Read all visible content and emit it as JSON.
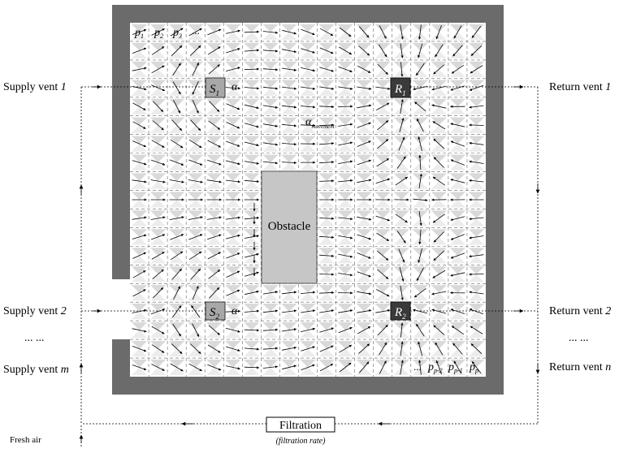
{
  "supply_vents": [
    {
      "prefix": "Supply vent ",
      "index": "1"
    },
    {
      "prefix": "Supply vent ",
      "index": "2"
    },
    {
      "prefix": "Supply vent ",
      "index": "m"
    }
  ],
  "return_vents": [
    {
      "prefix": "Return vent ",
      "index": "1"
    },
    {
      "prefix": "Return vent ",
      "index": "2"
    },
    {
      "prefix": "Return vent ",
      "index": "n"
    }
  ],
  "ellipsis": "... ...",
  "sources": [
    {
      "base": "S",
      "sub": "1"
    },
    {
      "base": "S",
      "sub": "2"
    }
  ],
  "returns": [
    {
      "base": "R",
      "sub": "1"
    },
    {
      "base": "R",
      "sub": "2"
    }
  ],
  "alpha": "α",
  "alpha_movement": {
    "base": "α",
    "sub": "movement"
  },
  "obstacle": "Obstacle",
  "partitions_top": [
    {
      "base": "p",
      "sub": "1"
    },
    {
      "base": "p",
      "sub": "2"
    },
    {
      "base": "p",
      "sub": "3"
    }
  ],
  "partitions_top_dots": "...",
  "partitions_bottom_dots": "...",
  "partitions_bottom": [
    {
      "base": "p",
      "sub": "p-2"
    },
    {
      "base": "p",
      "sub": "p-1"
    },
    {
      "base": "p",
      "sub": "p"
    }
  ],
  "filtration": "Filtration",
  "filtration_rate": "(filtration rate)",
  "fresh_air": "Fresh air",
  "colors": {
    "wall": "#6b6b6b",
    "obstacle": "#c6c6c6",
    "source": "#a8a8a8",
    "return": "#3a3a3a",
    "grid": "#666666",
    "arrow": "#000000",
    "triangle": "#d9d9d9"
  }
}
